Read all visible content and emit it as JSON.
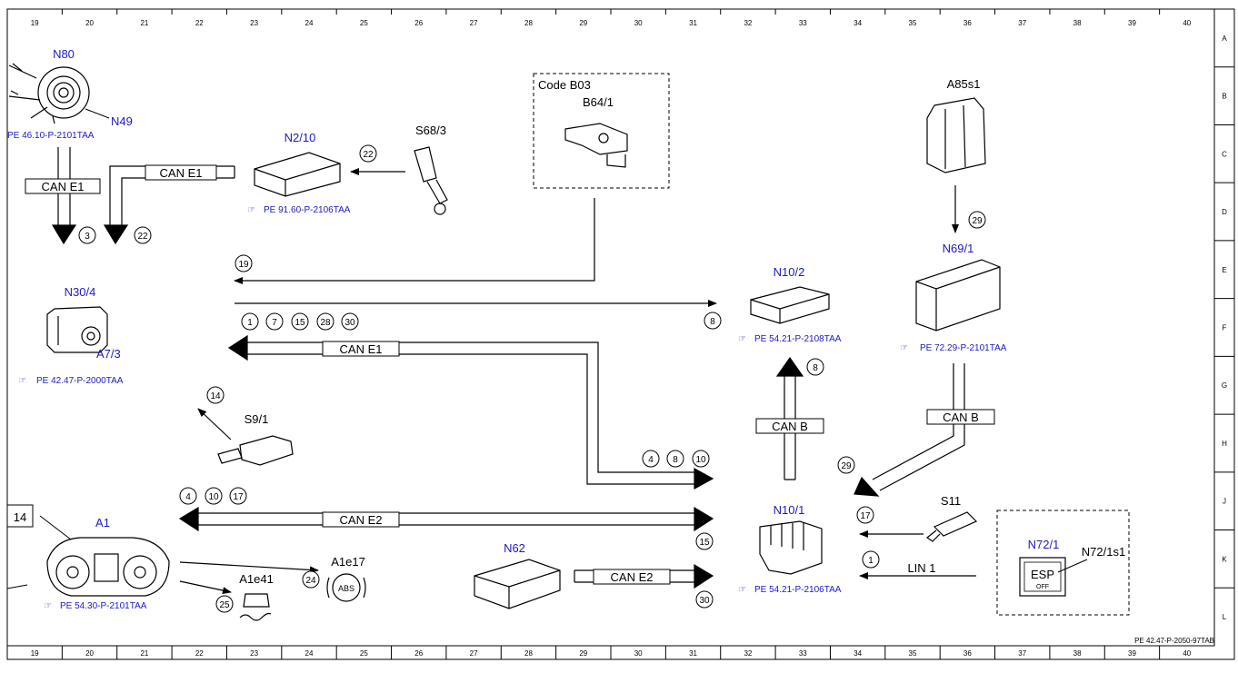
{
  "frame": {
    "cols": [
      "19",
      "20",
      "21",
      "22",
      "23",
      "24",
      "25",
      "26",
      "27",
      "28",
      "29",
      "30",
      "31",
      "32",
      "33",
      "34",
      "35",
      "36",
      "37",
      "38",
      "39",
      "40"
    ],
    "rows": [
      "A",
      "B",
      "C",
      "D",
      "E",
      "F",
      "G",
      "H",
      "J",
      "K",
      "L"
    ],
    "doc_ref": "PE 42.47-P-2050-97TAB"
  },
  "components": {
    "n80": "N80",
    "n49": "N49",
    "n80_ref": "PE 46.10-P-2101TAA",
    "n2_10": "N2/10",
    "n2_10_ref": "PE 91.60-P-2106TAA",
    "s68_3": "S68/3",
    "code_b03": "Code B03",
    "b64_1": "B64/1",
    "a85s1": "A85s1",
    "n30_4": "N30/4",
    "a7_3": "A7/3",
    "n30_4_ref": "PE 42.47-P-2000TAA",
    "s9_1": "S9/1",
    "n10_2": "N10/2",
    "n10_2_ref": "PE 54.21-P-2108TAA",
    "n69_1": "N69/1",
    "n69_1_ref": "PE 72.29-P-2101TAA",
    "a1": "A1",
    "a1_ref": "PE 54.30-P-2101TAA",
    "a1_display": "14",
    "a1e41": "A1e41",
    "a1e17": "A1e17",
    "abs": "ABS",
    "n62": "N62",
    "n10_1": "N10/1",
    "n10_1_ref": "PE 54.21-P-2106TAA",
    "s11": "S11",
    "n72_1": "N72/1",
    "n72_1s1": "N72/1s1",
    "esp": "ESP",
    "off": "OFF"
  },
  "buses": {
    "can_e1_a": "CAN E1",
    "can_e1_b": "CAN E1",
    "can_e1_c": "CAN E1",
    "can_e2_a": "CAN E2",
    "can_e2_b": "CAN E2",
    "can_b_a": "CAN B",
    "can_b_b": "CAN B",
    "lin1": "LIN 1"
  },
  "signals": {
    "s3": "3",
    "s22a": "22",
    "s22b": "22",
    "s19": "19",
    "s29a": "29",
    "s1a": "1",
    "s7": "7",
    "s15a": "15",
    "s28": "28",
    "s30a": "30",
    "s8a": "8",
    "s8b": "8",
    "s14": "14",
    "s4a": "4",
    "s8c": "8",
    "s10a": "10",
    "s4b": "4",
    "s10b": "10",
    "s17a": "17",
    "s15b": "15",
    "s24": "24",
    "s25": "25",
    "s30b": "30",
    "s29b": "29",
    "s17b": "17",
    "s1b": "1"
  },
  "ref_icon": "☞"
}
